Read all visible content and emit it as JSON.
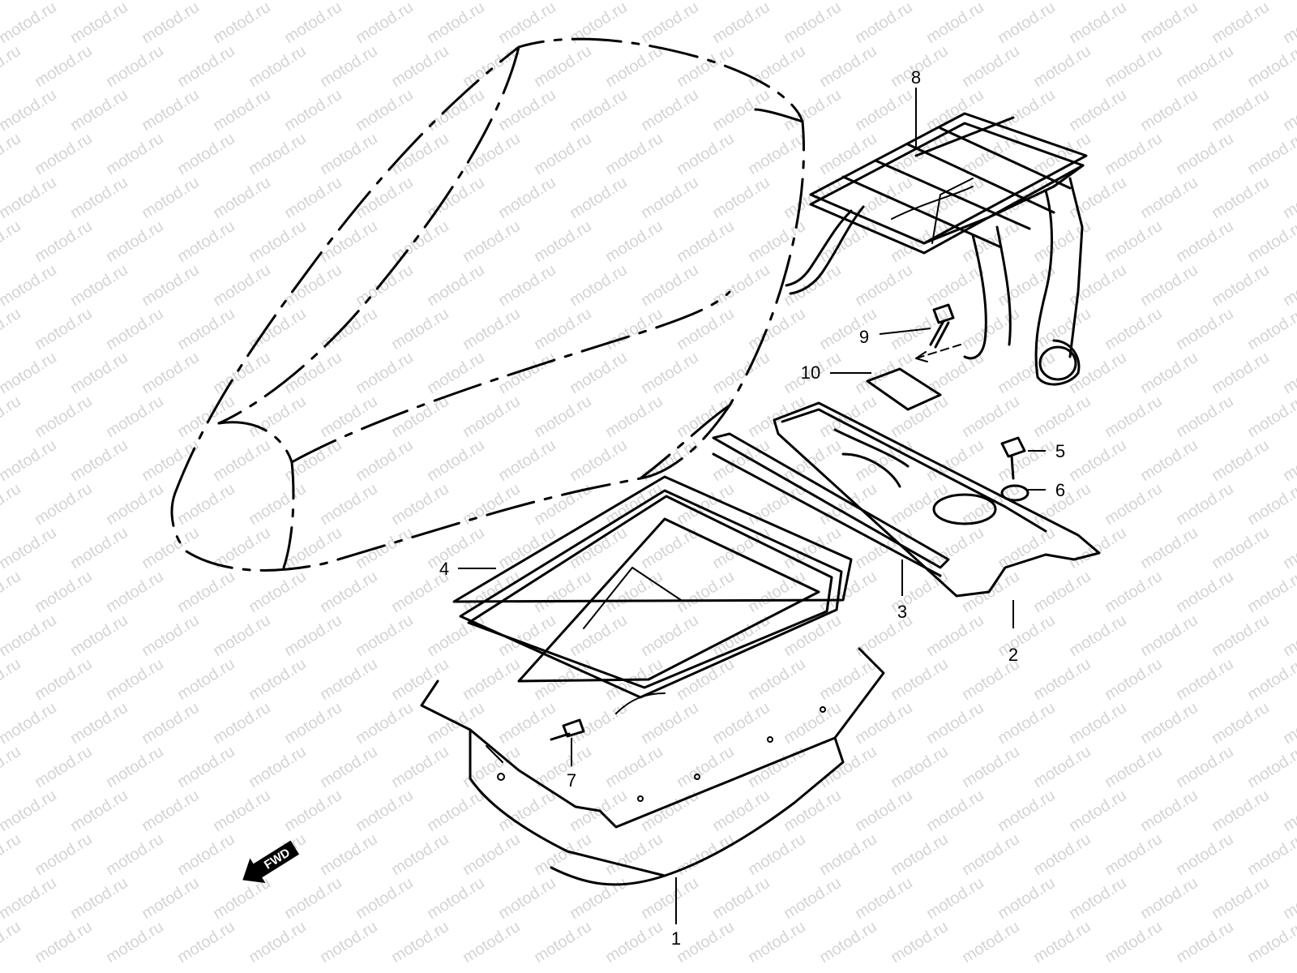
{
  "watermark": {
    "text": "motod.ru"
  },
  "direction_badge": {
    "label": "FWD",
    "icon": "forward-arrow-icon"
  },
  "callouts": [
    {
      "number": "1",
      "part": "seat-box"
    },
    {
      "number": "2",
      "part": "seat-box-rear-bracket"
    },
    {
      "number": "3",
      "part": "seat-box-support"
    },
    {
      "number": "4",
      "part": "seat-box-seal"
    },
    {
      "number": "5",
      "part": "bolt"
    },
    {
      "number": "6",
      "part": "washer"
    },
    {
      "number": "7",
      "part": "screw"
    },
    {
      "number": "8",
      "part": "rear-carrier"
    },
    {
      "number": "9",
      "part": "carrier-bolt"
    },
    {
      "number": "10",
      "part": "label"
    }
  ]
}
